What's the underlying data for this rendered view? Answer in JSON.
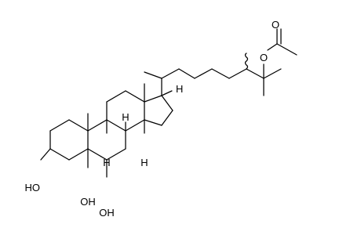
{
  "diagram": {
    "kind": "skeletal-structure",
    "labels": {
      "carbonyl_oxygen": "O",
      "ester_oxygen": "O",
      "hydroxyl_3": "HO",
      "hydroxyl_5": "OH",
      "hydroxyl_6": "OH",
      "h_8": "H",
      "h_9": "H",
      "h_14": "H",
      "h_17": "H"
    },
    "colors": {
      "ink": "#000000",
      "background": "#ffffff"
    }
  }
}
